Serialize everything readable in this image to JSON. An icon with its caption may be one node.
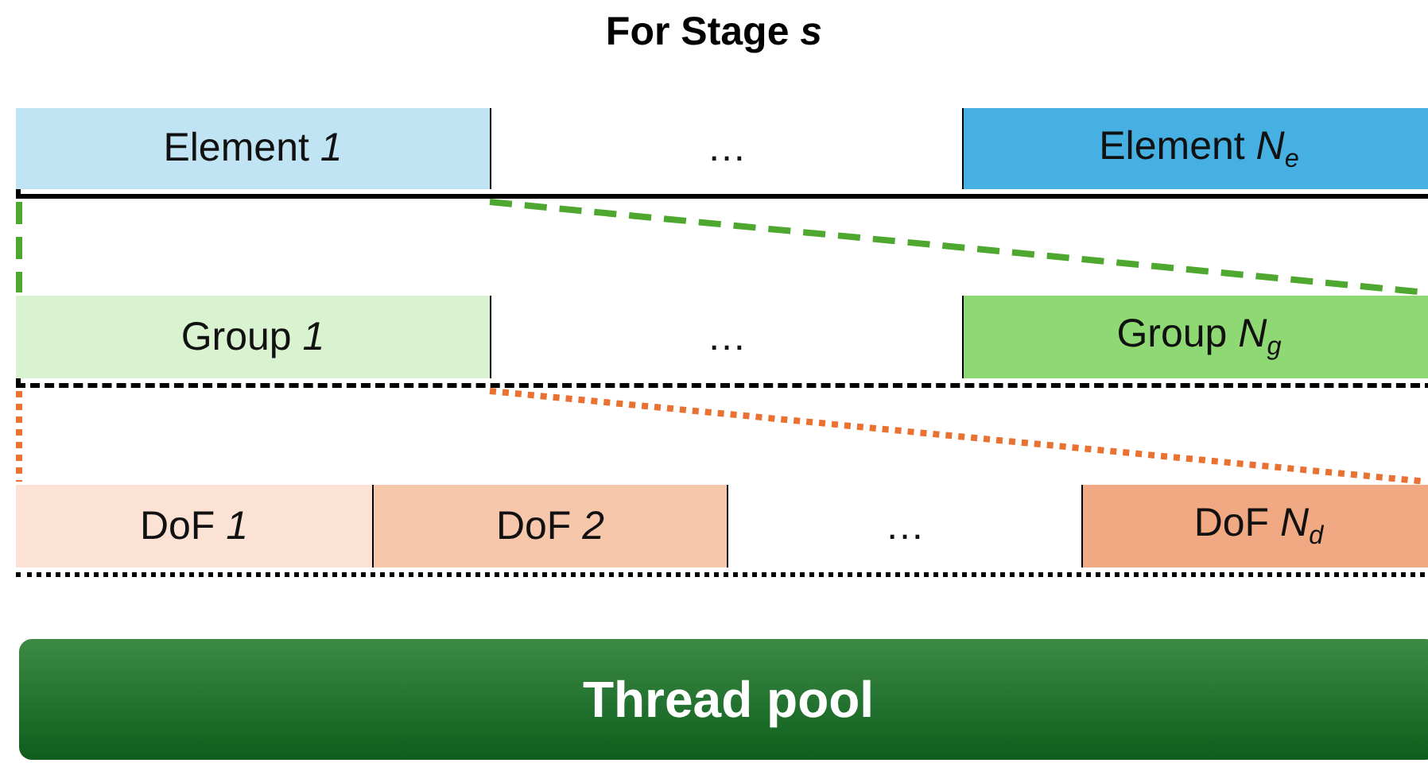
{
  "diagram": {
    "title": "For Stage *s*",
    "nodes": [
      {
        "text": [],
        "shape": "bar"
      },
      {
        "text": [
          "Element *1*"
        ],
        "in": 0
      },
      {
        "text": [
          "…"
        ],
        "in": 0
      },
      {
        "text": [
          "Element *N*$_{e}$"
        ],
        "in": 0
      },
      {
        "text": [],
        "shape": "bar"
      },
      {
        "text": [
          "Group *1*"
        ],
        "in": 4
      },
      {
        "text": [
          "…"
        ],
        "in": 4
      },
      {
        "text": [
          "Group *N*$_{g}$"
        ],
        "in": 4
      },
      {
        "text": [],
        "shape": "bar"
      },
      {
        "text": [
          "DoF *1*"
        ],
        "in": 8
      },
      {
        "text": [
          "DoF *2*"
        ],
        "in": 8
      },
      {
        "text": [
          "…"
        ],
        "in": 8
      },
      {
        "text": [
          "DoF *N*$_{d}$"
        ],
        "in": 8
      },
      {
        "text": [
          "Thread pool"
        ]
      }
    ],
    "edges": [
      {
        "from": 1,
        "to": 4,
        "arrow": "none",
        "style": "dashed",
        "color": "#4ea72e"
      },
      {
        "from": 1,
        "to": 4,
        "arrow": "none",
        "style": "dashed",
        "color": "#4ea72e"
      },
      {
        "from": 5,
        "to": 8,
        "arrow": "none",
        "style": "dashed",
        "color": "#e97132"
      },
      {
        "from": 5,
        "to": 8,
        "arrow": "none",
        "style": "dashed",
        "color": "#e97132"
      }
    ]
  }
}
